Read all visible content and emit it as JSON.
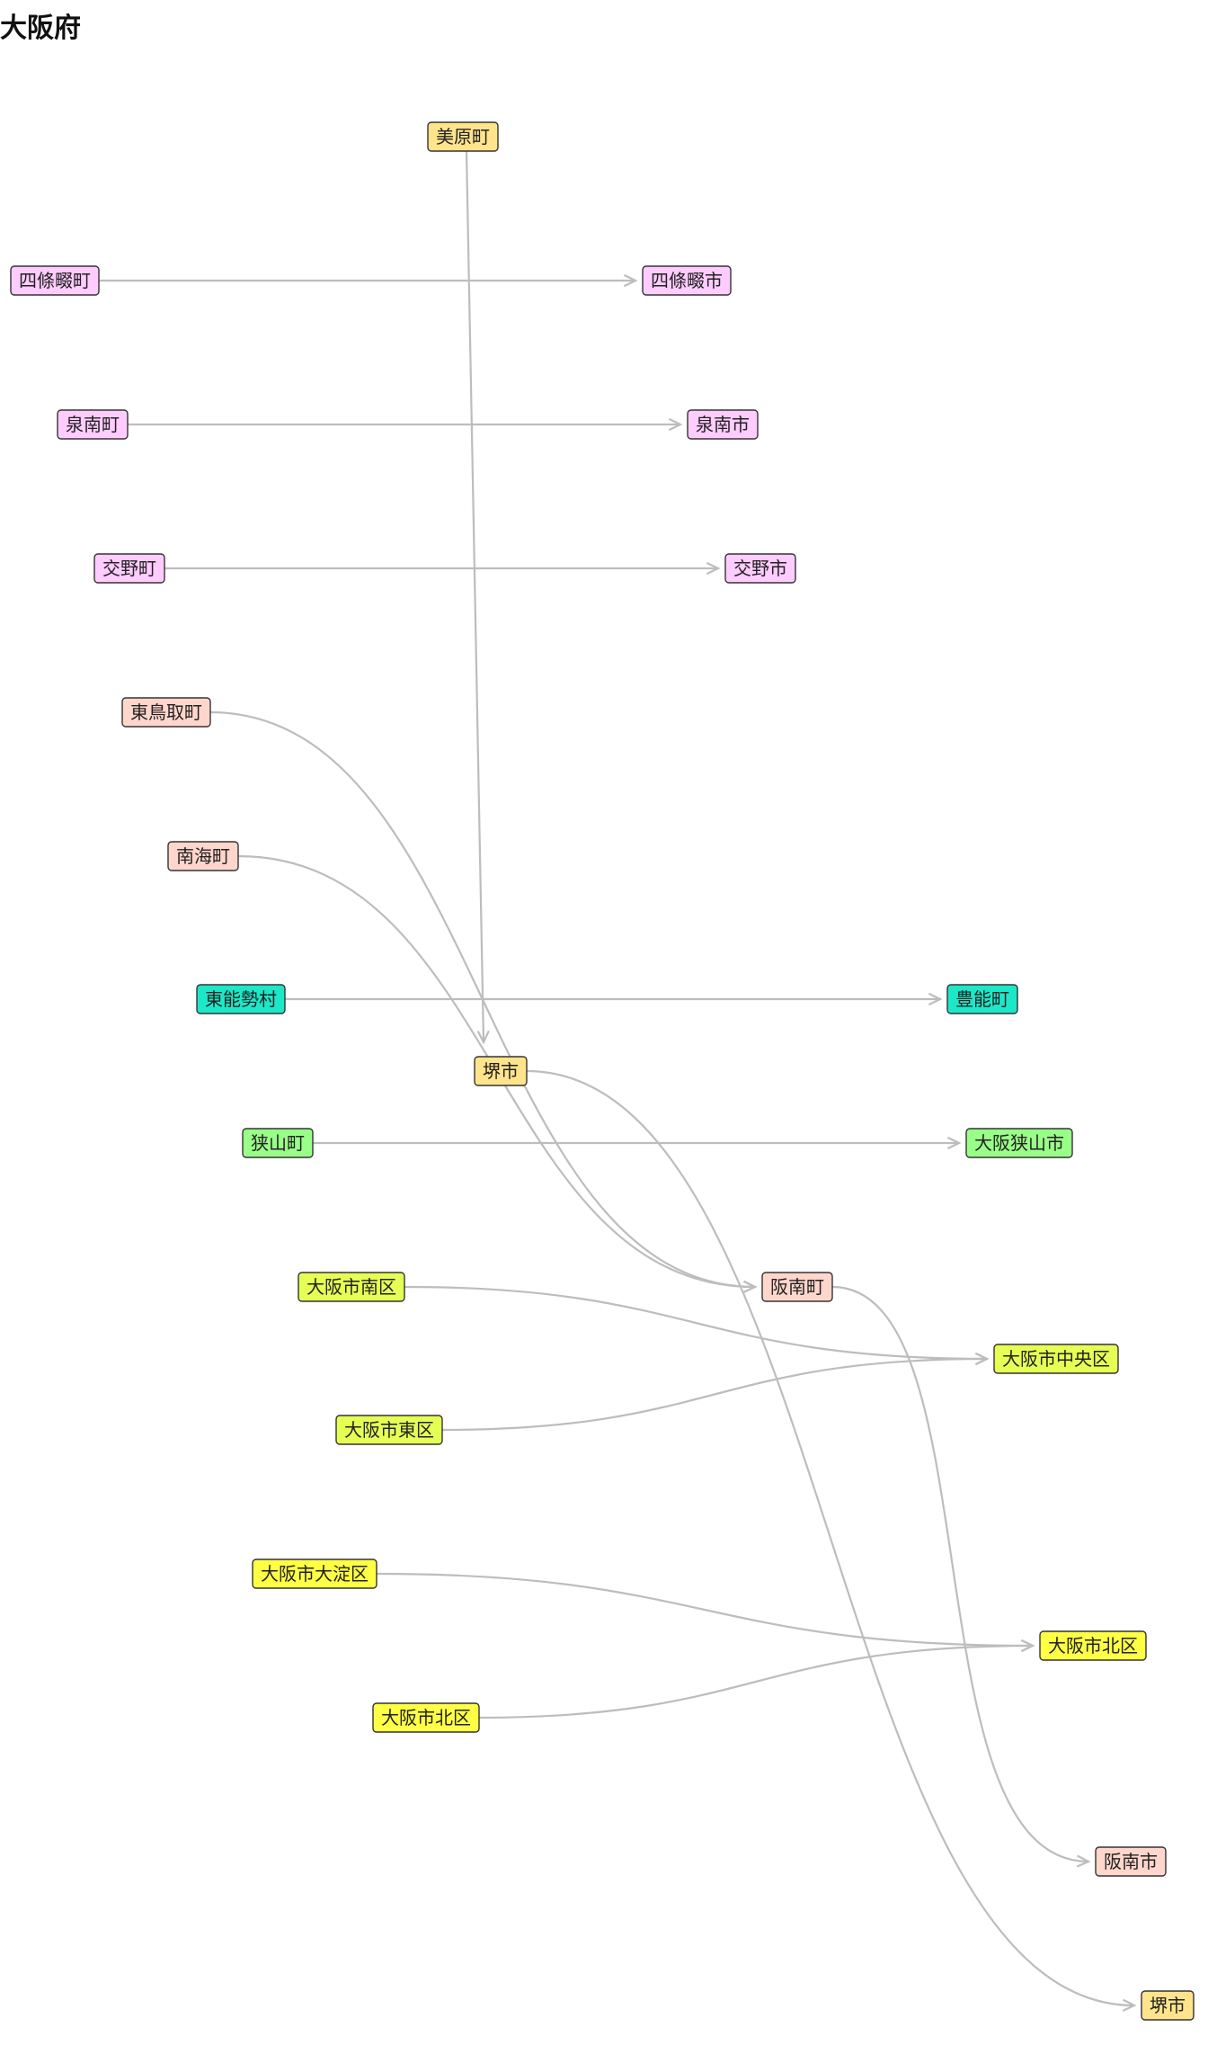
{
  "title": "大阪府",
  "colors": {
    "pink": "#ffccff",
    "salmon": "#ffd6cc",
    "tan": "#ffe48c",
    "cyan": "#1ce8c8",
    "green": "#99ff88",
    "yellowgreen": "#e6ff55",
    "yellow": "#ffff44",
    "edge": "#bdbdbd"
  },
  "nodes": [
    {
      "id": "mihara",
      "label": "美原町",
      "color": "tan"
    },
    {
      "id": "shijonawate_town",
      "label": "四條畷町",
      "color": "pink"
    },
    {
      "id": "shijonawate_city",
      "label": "四條畷市",
      "color": "pink"
    },
    {
      "id": "sennan_town",
      "label": "泉南町",
      "color": "pink"
    },
    {
      "id": "sennan_city",
      "label": "泉南市",
      "color": "pink"
    },
    {
      "id": "katano_town",
      "label": "交野町",
      "color": "pink"
    },
    {
      "id": "katano_city",
      "label": "交野市",
      "color": "pink"
    },
    {
      "id": "higashitottori",
      "label": "東鳥取町",
      "color": "salmon"
    },
    {
      "id": "nankai",
      "label": "南海町",
      "color": "salmon"
    },
    {
      "id": "higashinose",
      "label": "東能勢村",
      "color": "cyan"
    },
    {
      "id": "toyono",
      "label": "豊能町",
      "color": "cyan"
    },
    {
      "id": "sakai_mid",
      "label": "堺市",
      "color": "tan"
    },
    {
      "id": "sayama_town",
      "label": "狭山町",
      "color": "green"
    },
    {
      "id": "osakasayama",
      "label": "大阪狭山市",
      "color": "green"
    },
    {
      "id": "hannan_town",
      "label": "阪南町",
      "color": "salmon"
    },
    {
      "id": "minami_ku",
      "label": "大阪市南区",
      "color": "yellowgreen"
    },
    {
      "id": "chuo_ku",
      "label": "大阪市中央区",
      "color": "yellowgreen"
    },
    {
      "id": "higashi_ku",
      "label": "大阪市東区",
      "color": "yellowgreen"
    },
    {
      "id": "oyodo_ku",
      "label": "大阪市大淀区",
      "color": "yellow"
    },
    {
      "id": "kita_ku_new",
      "label": "大阪市北区",
      "color": "yellow"
    },
    {
      "id": "kita_ku_old",
      "label": "大阪市北区",
      "color": "yellow"
    },
    {
      "id": "hannan_city",
      "label": "阪南市",
      "color": "salmon"
    },
    {
      "id": "sakai_new",
      "label": "堺市",
      "color": "tan"
    }
  ],
  "edges": [
    {
      "from": "mihara",
      "to": "sakai_mid"
    },
    {
      "from": "shijonawate_town",
      "to": "shijonawate_city"
    },
    {
      "from": "sennan_town",
      "to": "sennan_city"
    },
    {
      "from": "katano_town",
      "to": "katano_city"
    },
    {
      "from": "higashitottori",
      "to": "hannan_town"
    },
    {
      "from": "nankai",
      "to": "hannan_town"
    },
    {
      "from": "higashinose",
      "to": "toyono"
    },
    {
      "from": "sayama_town",
      "to": "osakasayama"
    },
    {
      "from": "sakai_mid",
      "to": "sakai_new"
    },
    {
      "from": "hannan_town",
      "to": "hannan_city"
    },
    {
      "from": "minami_ku",
      "to": "chuo_ku"
    },
    {
      "from": "higashi_ku",
      "to": "chuo_ku"
    },
    {
      "from": "oyodo_ku",
      "to": "kita_ku_new"
    },
    {
      "from": "kita_ku_old",
      "to": "kita_ku_new"
    }
  ]
}
